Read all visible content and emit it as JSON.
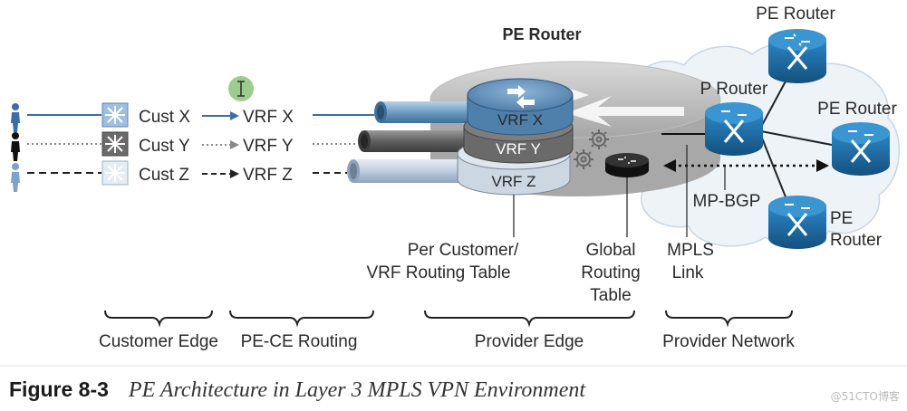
{
  "title": "PE Router",
  "routers": {
    "pe_top": "PE Router",
    "p_router": "P Router",
    "pe_right": "PE Router",
    "pe_bottom_line1": "PE",
    "pe_bottom_line2": "Router"
  },
  "customers": [
    {
      "name": "Cust X",
      "vrf": "VRF X",
      "color": "#3a6ea5"
    },
    {
      "name": "Cust Y",
      "vrf": "VRF Y",
      "color": "#555555"
    },
    {
      "name": "Cust Z",
      "vrf": "VRF Z",
      "color": "#6b8fb5"
    }
  ],
  "vrf_tables": [
    "VRF X",
    "VRF Y",
    "VRF Z"
  ],
  "annotations": {
    "per_customer_line1": "Per Customer/",
    "per_customer_line2": "VRF Routing Table",
    "global_line1": "Global",
    "global_line2": "Routing",
    "global_line3": "Table",
    "mpls_line1": "MPLS",
    "mpls_line2": "Link",
    "mp_bgp": "MP-BGP"
  },
  "sections": [
    "Customer Edge",
    "PE-CE Routing",
    "Provider Edge",
    "Provider Network"
  ],
  "caption": {
    "figure": "Figure 8-3",
    "text": "PE Architecture in Layer 3 MPLS VPN Environment"
  },
  "watermark": "@51CTO博客",
  "colors": {
    "router_blue": "#1f6fa8",
    "cloud": "#eef3f8",
    "cylinder_gray": "#9a9a9a"
  }
}
